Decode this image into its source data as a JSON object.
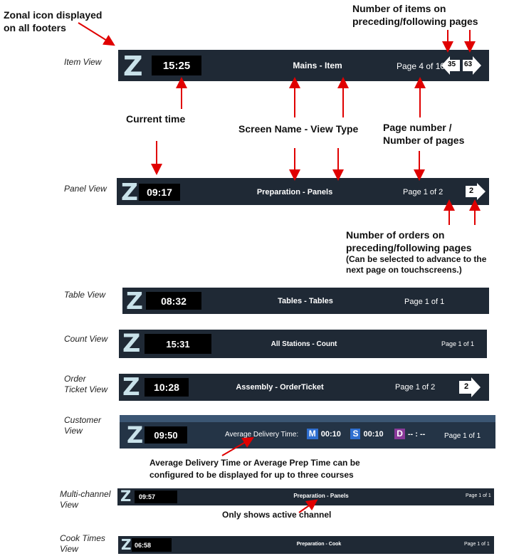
{
  "annotations": {
    "zonal_icon": [
      "Zonal icon displayed",
      "on all footers"
    ],
    "items_count": [
      "Number of items on",
      "preceding/following pages"
    ],
    "current_time": "Current time",
    "screen_name": "Screen Name - View Type",
    "page_number": [
      "Page number /",
      "Number of pages"
    ],
    "orders_count": [
      "Number of orders on",
      "preceding/following pages"
    ],
    "orders_note": [
      "(Can be selected to advance to the",
      "next page on touchscreens.)"
    ],
    "avg_delivery": [
      "Average Delivery Time or Average Prep Time can be",
      "configured to be displayed for up to three courses"
    ],
    "active_channel": "Only shows active channel"
  },
  "views": {
    "item": {
      "label": "Item View",
      "logo": "Z",
      "time": "15:25",
      "title": "Mains - Item",
      "page": "Page 4 of 10",
      "prev_count": "35",
      "next_count": "63"
    },
    "panel": {
      "label": "Panel View",
      "logo": "Z",
      "time": "09:17",
      "title": "Preparation - Panels",
      "page": "Page 1 of 2",
      "next_count": "2"
    },
    "table": {
      "label": "Table View",
      "logo": "Z",
      "time": "08:32",
      "title": "Tables - Tables",
      "page": "Page 1 of 1"
    },
    "count": {
      "label": "Count View",
      "logo": "Z",
      "time": "15:31",
      "title": "All Stations - Count",
      "page": "Page 1 of 1"
    },
    "order_ticket": {
      "label": [
        "Order",
        "Ticket View"
      ],
      "logo": "Z",
      "time": "10:28",
      "title": "Assembly - OrderTicket",
      "page": "Page 1 of 2",
      "next_count": "2"
    },
    "customer": {
      "label": [
        "Customer",
        "View"
      ],
      "logo": "Z",
      "time": "09:50",
      "avg_label": "Average Delivery Time:",
      "courses": [
        {
          "letter": "M",
          "time": "00:10",
          "color": "#2f6fd0"
        },
        {
          "letter": "S",
          "time": "00:10",
          "color": "#2f6fd0"
        },
        {
          "letter": "D",
          "time": "-- : --",
          "color": "#8a3a9a"
        }
      ],
      "page": "Page 1 of 1"
    },
    "multichannel": {
      "label": [
        "Multi-channel",
        "View"
      ],
      "logo": "Z",
      "time": "09:57",
      "title": "Preparation - Panels",
      "page": "Page 1 of 1"
    },
    "cook_times": {
      "label": [
        "Cook Times",
        "View"
      ],
      "logo": "Z",
      "time": "06:58",
      "title": "Preparation - Cook",
      "page": "Page 1 of 1"
    }
  },
  "colors": {
    "bar": "#1f2935",
    "accent_arrow": "#e00000",
    "logo": "#c9e2ea"
  }
}
